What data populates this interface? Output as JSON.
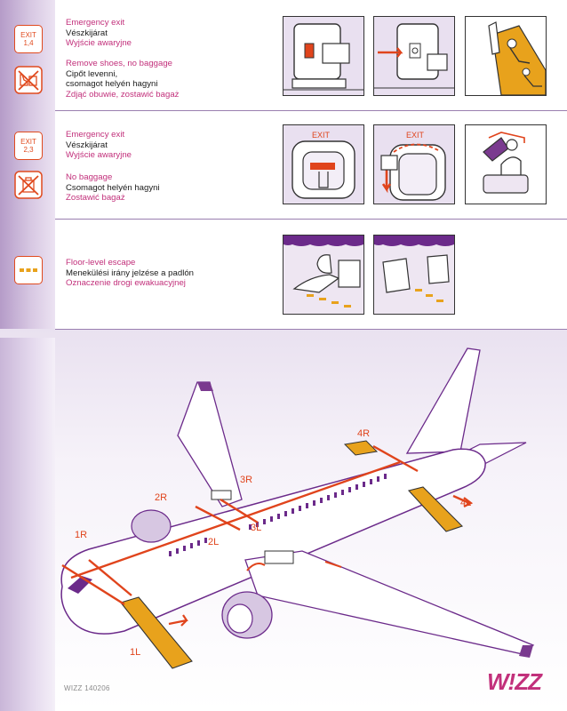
{
  "sections": [
    {
      "exit_icon_label": "EXIT",
      "exit_numbers": "1,4",
      "line1_en": "Emergency exit",
      "line1_hu": "Vészkijárat",
      "line1_pl": "Wyjście awaryjne",
      "line2_en": "Remove shoes, no baggage",
      "line2_hu_a": "Cipőt levenni,",
      "line2_hu_b": "csomagot helyén hagyni",
      "line2_pl": "Zdjąć obuwie, zostawić bagaż"
    },
    {
      "exit_icon_label": "EXIT",
      "exit_numbers": "2,3",
      "line1_en": "Emergency exit",
      "line1_hu": "Vészkijárat",
      "line1_pl": "Wyjście awaryjne",
      "line2_en": "No baggage",
      "line2_hu": "Csomagot helyén hagyni",
      "line2_pl": "Zostawić bagaż",
      "panel_exit_sign": "EXIT"
    },
    {
      "line1_en": "Floor-level escape",
      "line1_hu": "Menekülési irány jelzése a padlón",
      "line1_pl": "Oznaczenie drogi ewakuacyjnej"
    }
  ],
  "exit_labels": [
    "1R",
    "2R",
    "3R",
    "4R",
    "1L",
    "2L",
    "3L",
    "4L"
  ],
  "footer_code": "WIZZ 140206",
  "logo_text": "W!ZZ",
  "colors": {
    "accent": "#c2307b",
    "exit_orange": "#e0441c",
    "slide_yellow": "#e8a21c",
    "lavender": "#d7c7e2"
  }
}
